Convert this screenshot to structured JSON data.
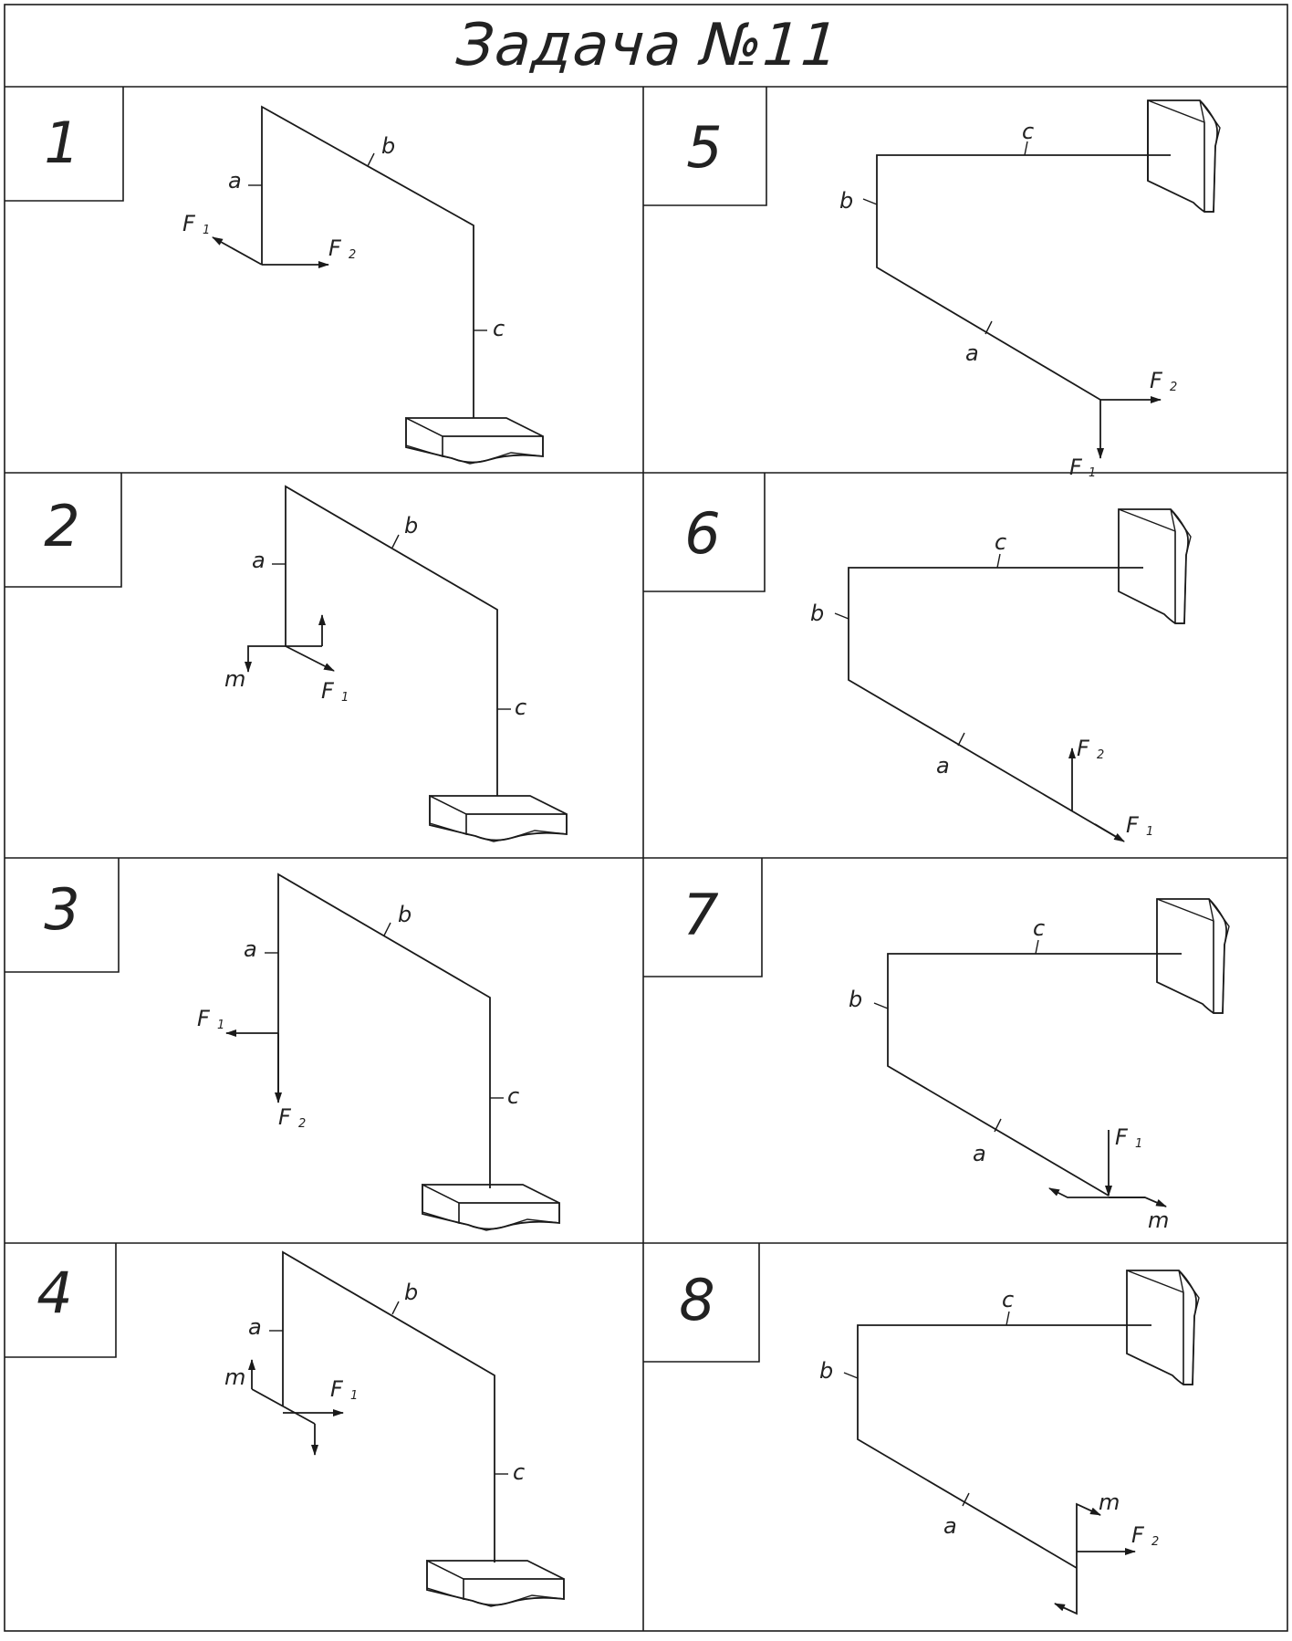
{
  "title": "Задача №11",
  "panels": [
    {
      "number": "1",
      "members": [
        "a",
        "b",
        "c"
      ],
      "loads": [
        {
          "symbol": "F",
          "index": "1"
        },
        {
          "symbol": "F",
          "index": "2"
        }
      ]
    },
    {
      "number": "2",
      "members": [
        "a",
        "b",
        "c"
      ],
      "loads": [
        {
          "symbol": "m",
          "index": ""
        },
        {
          "symbol": "F",
          "index": "1"
        }
      ]
    },
    {
      "number": "3",
      "members": [
        "a",
        "b",
        "c"
      ],
      "loads": [
        {
          "symbol": "F",
          "index": "1"
        },
        {
          "symbol": "F",
          "index": "2"
        }
      ]
    },
    {
      "number": "4",
      "members": [
        "a",
        "b",
        "c"
      ],
      "loads": [
        {
          "symbol": "m",
          "index": ""
        },
        {
          "symbol": "F",
          "index": "1"
        }
      ]
    },
    {
      "number": "5",
      "members": [
        "a",
        "b",
        "c"
      ],
      "loads": [
        {
          "symbol": "F",
          "index": "2"
        },
        {
          "symbol": "F",
          "index": "1"
        }
      ]
    },
    {
      "number": "6",
      "members": [
        "a",
        "b",
        "c"
      ],
      "loads": [
        {
          "symbol": "F",
          "index": "2"
        },
        {
          "symbol": "F",
          "index": "1"
        }
      ]
    },
    {
      "number": "7",
      "members": [
        "a",
        "b",
        "c"
      ],
      "loads": [
        {
          "symbol": "F",
          "index": "1"
        },
        {
          "symbol": "m",
          "index": ""
        }
      ]
    },
    {
      "number": "8",
      "members": [
        "a",
        "b",
        "c"
      ],
      "loads": [
        {
          "symbol": "m",
          "index": ""
        },
        {
          "symbol": "F",
          "index": "2"
        }
      ]
    }
  ]
}
